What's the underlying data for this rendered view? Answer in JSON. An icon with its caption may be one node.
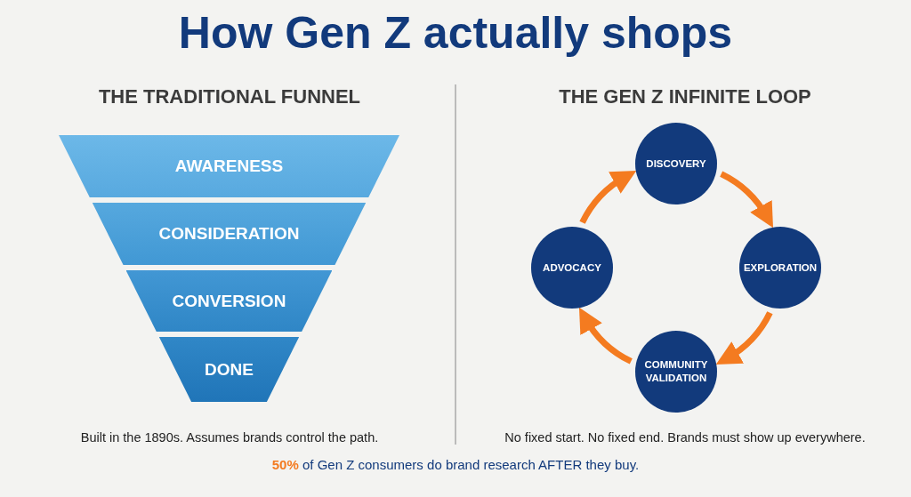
{
  "diagram": {
    "title": "How Gen Z actually shops",
    "caption": "**50%** of Gen Z consumers do brand research AFTER they buy.",
    "nodes": [
      {
        "text": [
          "AWARENESS"
        ]
      },
      {
        "text": [
          "CONSIDERATION"
        ]
      },
      {
        "text": [
          "CONVERSION"
        ]
      },
      {
        "text": [
          "DONE"
        ]
      },
      {
        "text": [
          "DISCOVERY"
        ]
      },
      {
        "text": [
          "EXPLORATION"
        ]
      },
      {
        "text": [
          "COMMUNITY VALIDATION"
        ]
      },
      {
        "text": [
          "ADVOCACY"
        ]
      }
    ],
    "edges": [
      {
        "from": 4,
        "to": 5,
        "arrow": "to"
      },
      {
        "from": 5,
        "to": 6,
        "arrow": "to"
      },
      {
        "from": 6,
        "to": 7,
        "arrow": "to"
      },
      {
        "from": 7,
        "to": 4,
        "arrow": "to"
      }
    ],
    "labels": [
      "THE TRADITIONAL FUNNEL",
      "THE GEN Z INFINITE LOOP",
      "Built in the 1890s. Assumes brands control the path.",
      "No fixed start. No fixed end. Brands must show up everywhere."
    ]
  }
}
